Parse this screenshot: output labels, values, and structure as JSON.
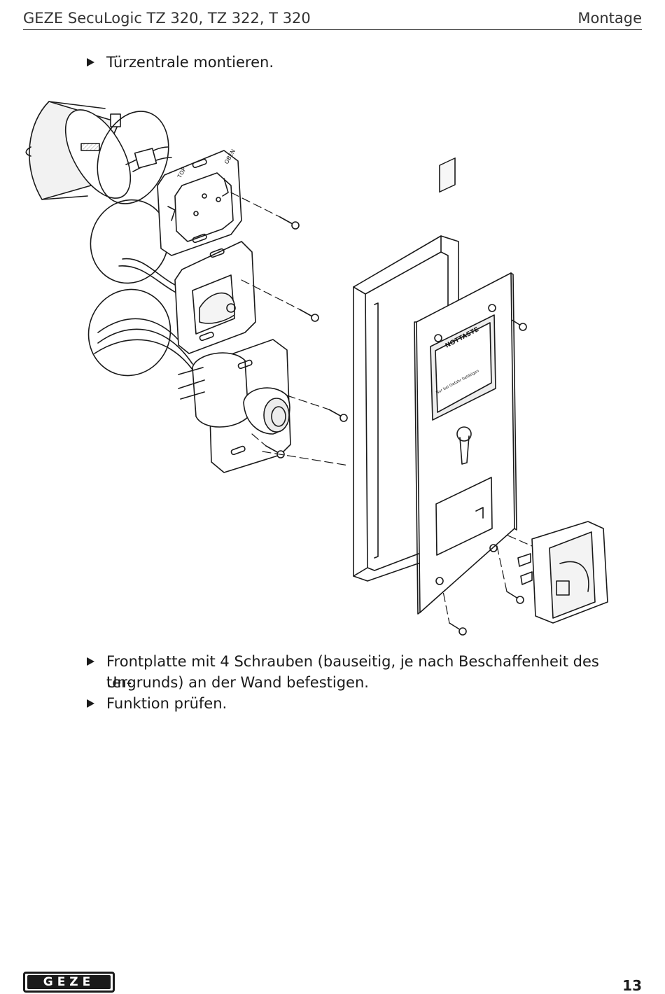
{
  "header": {
    "title": "GEZE SecuLogic TZ 320, TZ 322, T 320",
    "section": "Montage"
  },
  "steps_top": [
    {
      "text": "Türzentrale montieren."
    }
  ],
  "figure": {
    "labels": {
      "top": "TOP",
      "oben": "OBEN",
      "nottaste": "NOTTASTE",
      "notice": "Nur bei Gefahr betätigen"
    }
  },
  "steps_bottom": [
    {
      "text": "Frontplatte mit 4 Schrauben (bauseitig, je nach Beschaffenheit des Un-"
    },
    {
      "text": "tergrunds) an der Wand befestigen."
    },
    {
      "text": "Funktion prüfen."
    }
  ],
  "footer": {
    "logo_text": "GEZE",
    "page_number": "13"
  }
}
